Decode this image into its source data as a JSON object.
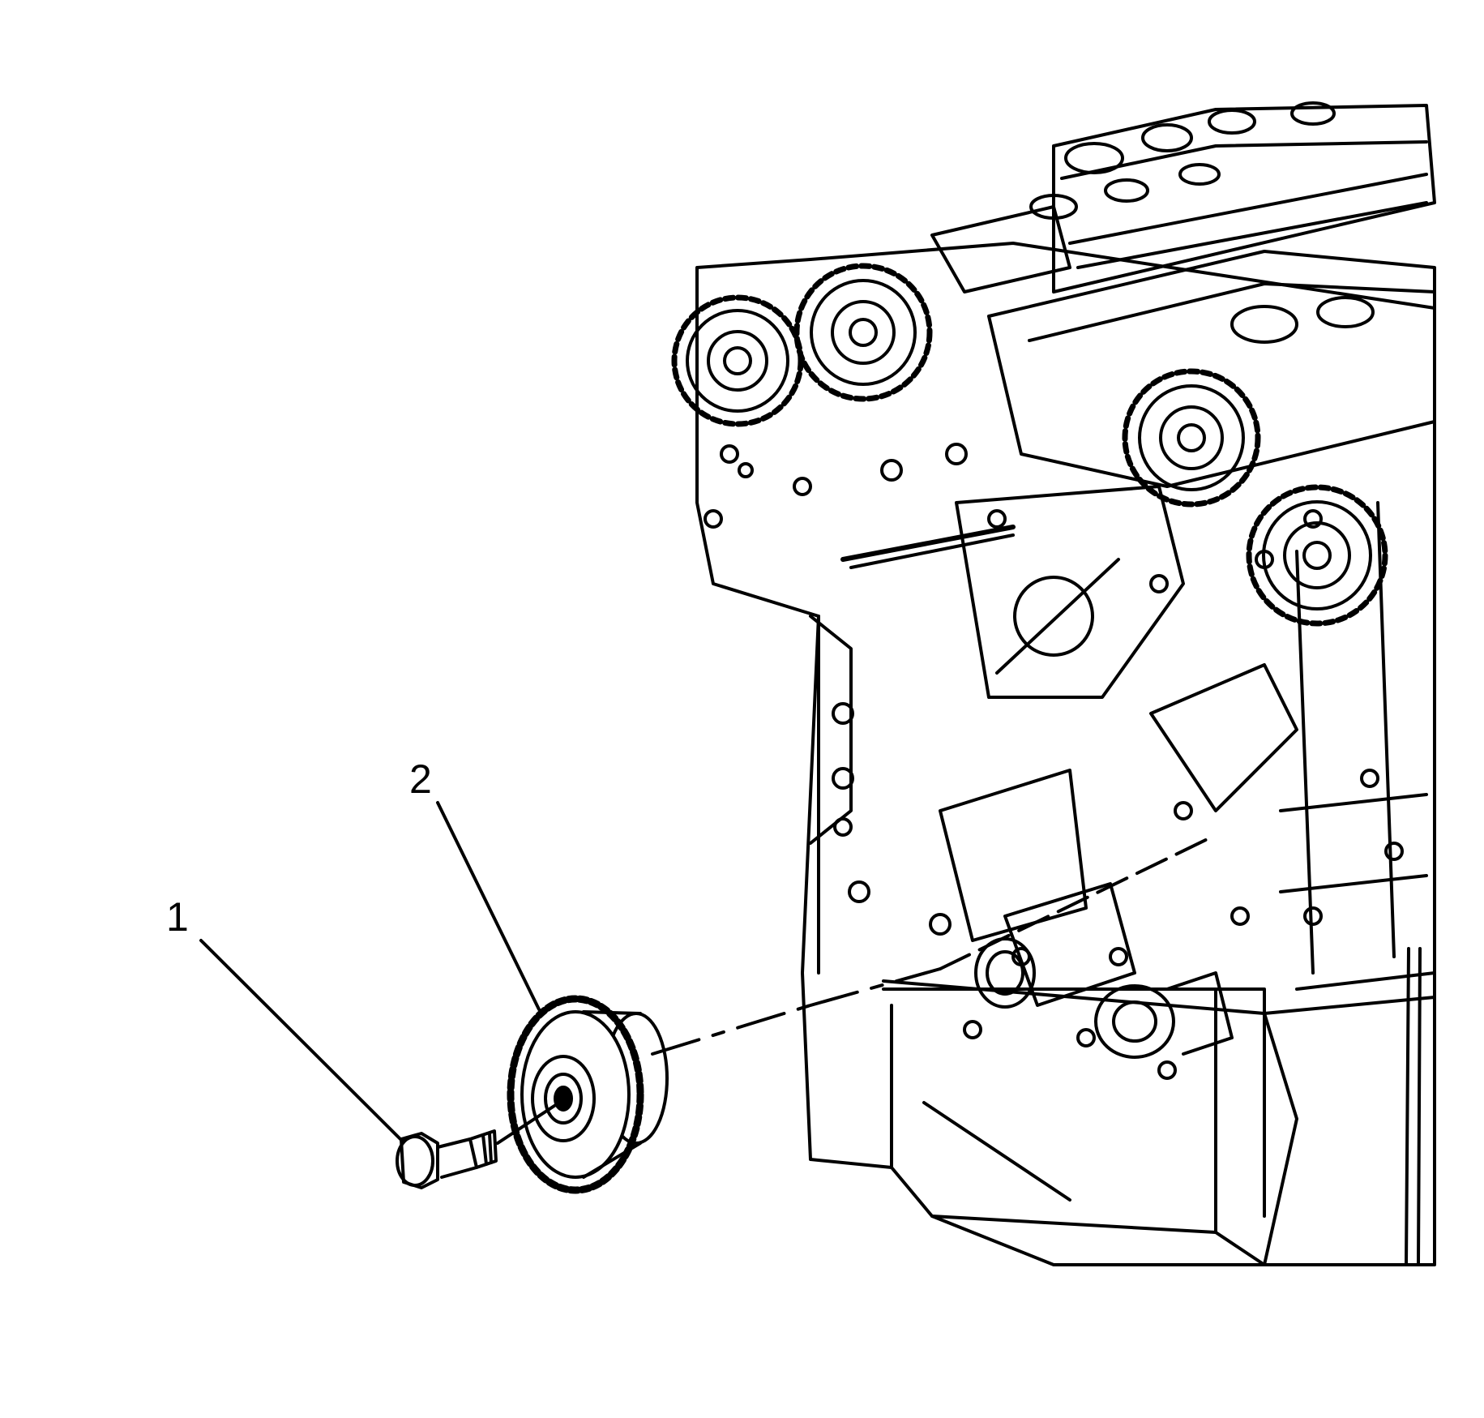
{
  "callouts": [
    {
      "id": "1",
      "label": "1"
    },
    {
      "id": "2",
      "label": "2"
    }
  ],
  "colors": {
    "background": "#ffffff",
    "ink": "#000000"
  }
}
